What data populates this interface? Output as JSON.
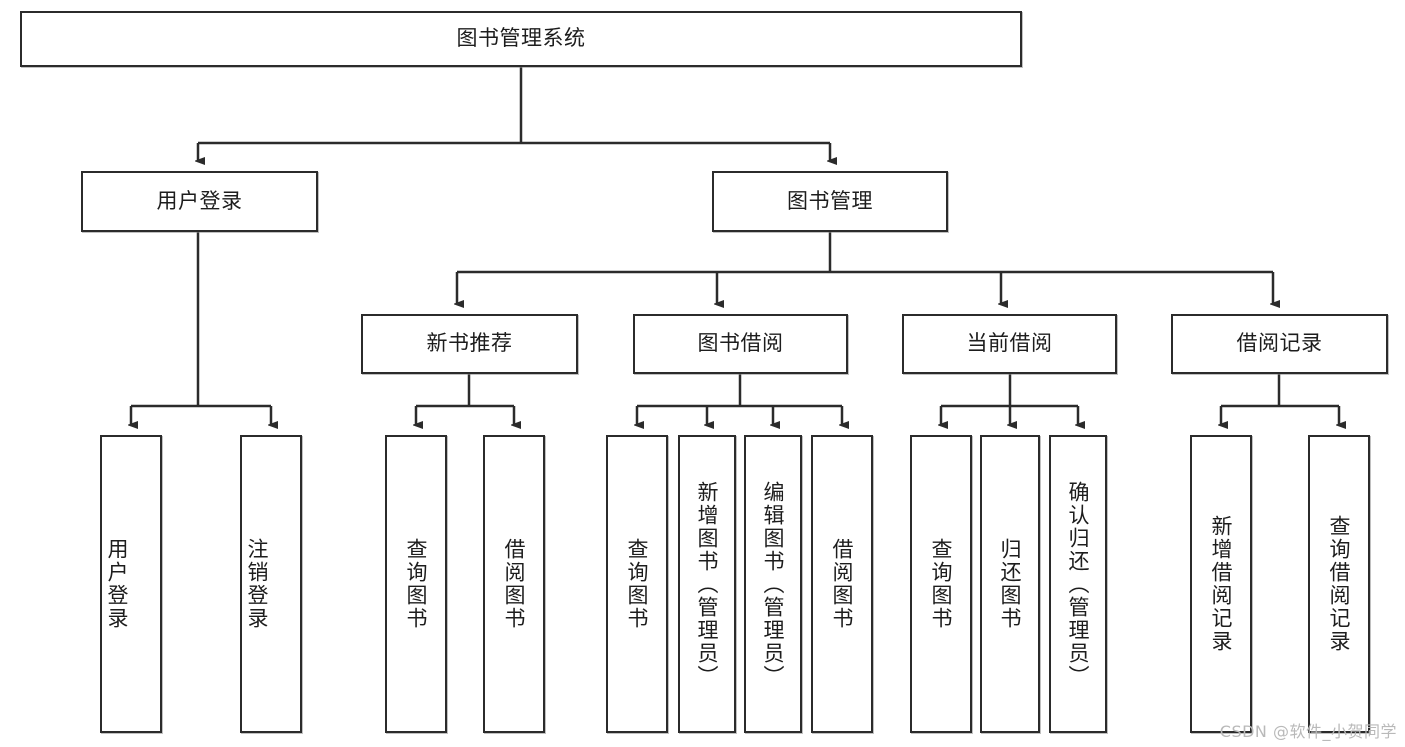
{
  "diagram": {
    "title": "图书管理系统",
    "type": "tree-hierarchy",
    "watermark": "CSDN @软件_小贺同学",
    "colors": {
      "box_border": "#2b2b2b",
      "box_fill": "#ffffff",
      "edge": "#2b2b2b",
      "text": "#1d1d1d",
      "watermark": "#b9b9b9"
    },
    "nodes": {
      "root": {
        "label": "图书管理系统",
        "level": 1,
        "orientation": "horizontal"
      },
      "l2": [
        {
          "id": "user-login",
          "label": "用户登录",
          "level": 2,
          "orientation": "horizontal"
        },
        {
          "id": "book-manage",
          "label": "图书管理",
          "level": 2,
          "orientation": "horizontal"
        }
      ],
      "l3": [
        {
          "id": "new-book-recommend",
          "label": "新书推荐",
          "level": 3,
          "orientation": "horizontal"
        },
        {
          "id": "book-borrow",
          "label": "图书借阅",
          "level": 3,
          "orientation": "horizontal"
        },
        {
          "id": "current-borrow",
          "label": "当前借阅",
          "level": 3,
          "orientation": "horizontal"
        },
        {
          "id": "borrow-record",
          "label": "借阅记录",
          "level": 3,
          "orientation": "horizontal"
        }
      ],
      "leaves": [
        {
          "id": "leaf-user-login",
          "label": "用户登录",
          "parent": "user-login",
          "orientation": "vertical"
        },
        {
          "id": "leaf-user-logout",
          "label": "注销登录",
          "parent": "user-login",
          "orientation": "vertical"
        },
        {
          "id": "leaf-query-book-1",
          "label": "查询图书",
          "parent": "new-book-recommend",
          "orientation": "vertical"
        },
        {
          "id": "leaf-borrow-book-1",
          "label": "借阅图书",
          "parent": "new-book-recommend",
          "orientation": "vertical"
        },
        {
          "id": "leaf-query-book-2",
          "label": "查询图书",
          "parent": "book-borrow",
          "orientation": "vertical"
        },
        {
          "id": "leaf-add-book",
          "label": "新增图书（管理员）",
          "parent": "book-borrow",
          "orientation": "vertical"
        },
        {
          "id": "leaf-edit-book",
          "label": "编辑图书（管理员）",
          "parent": "book-borrow",
          "orientation": "vertical"
        },
        {
          "id": "leaf-borrow-book-2",
          "label": "借阅图书",
          "parent": "book-borrow",
          "orientation": "vertical"
        },
        {
          "id": "leaf-query-book-3",
          "label": "查询图书",
          "parent": "current-borrow",
          "orientation": "vertical"
        },
        {
          "id": "leaf-return-book",
          "label": "归还图书",
          "parent": "current-borrow",
          "orientation": "vertical"
        },
        {
          "id": "leaf-confirm-return",
          "label": "确认归还（管理员）",
          "parent": "current-borrow",
          "orientation": "vertical"
        },
        {
          "id": "leaf-add-record",
          "label": "新增借阅记录",
          "parent": "borrow-record",
          "orientation": "vertical"
        },
        {
          "id": "leaf-query-record",
          "label": "查询借阅记录",
          "parent": "borrow-record",
          "orientation": "vertical"
        }
      ]
    }
  }
}
